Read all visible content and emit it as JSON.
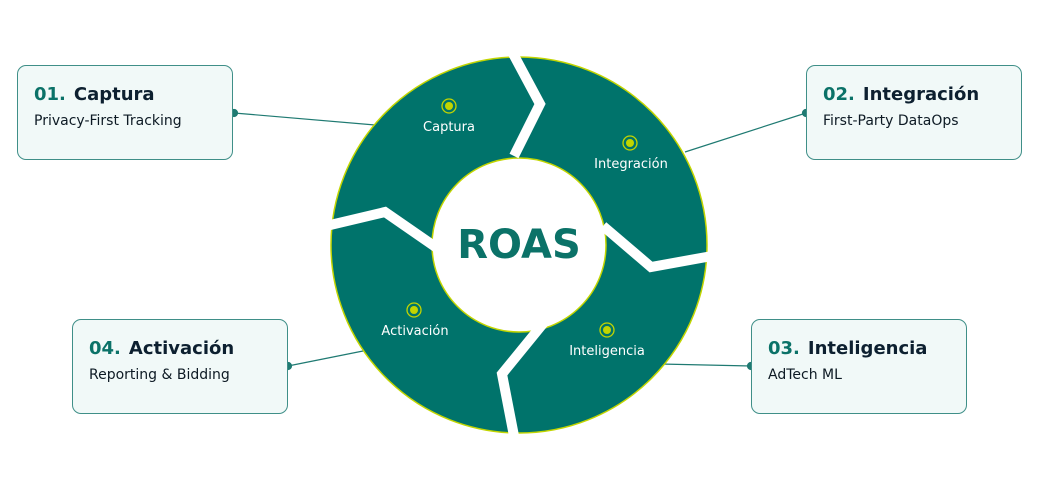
{
  "center_label": "ROAS",
  "segments": [
    {
      "label": "Captura"
    },
    {
      "label": "Integración"
    },
    {
      "label": "Inteligencia"
    },
    {
      "label": "Activación"
    }
  ],
  "cards": [
    {
      "number": "01.",
      "title": "Captura",
      "subtitle": "Privacy-First Tracking"
    },
    {
      "number": "02.",
      "title": "Integración",
      "subtitle": "First-Party DataOps"
    },
    {
      "number": "03.",
      "title": "Inteligencia",
      "subtitle": "AdTech ML"
    },
    {
      "number": "04.",
      "title": "Activación",
      "subtitle": "Reporting & Bidding"
    }
  ],
  "colors": {
    "ring": "#00736b",
    "accent": "#c2d500",
    "card_bg": "#f1f9f8"
  }
}
